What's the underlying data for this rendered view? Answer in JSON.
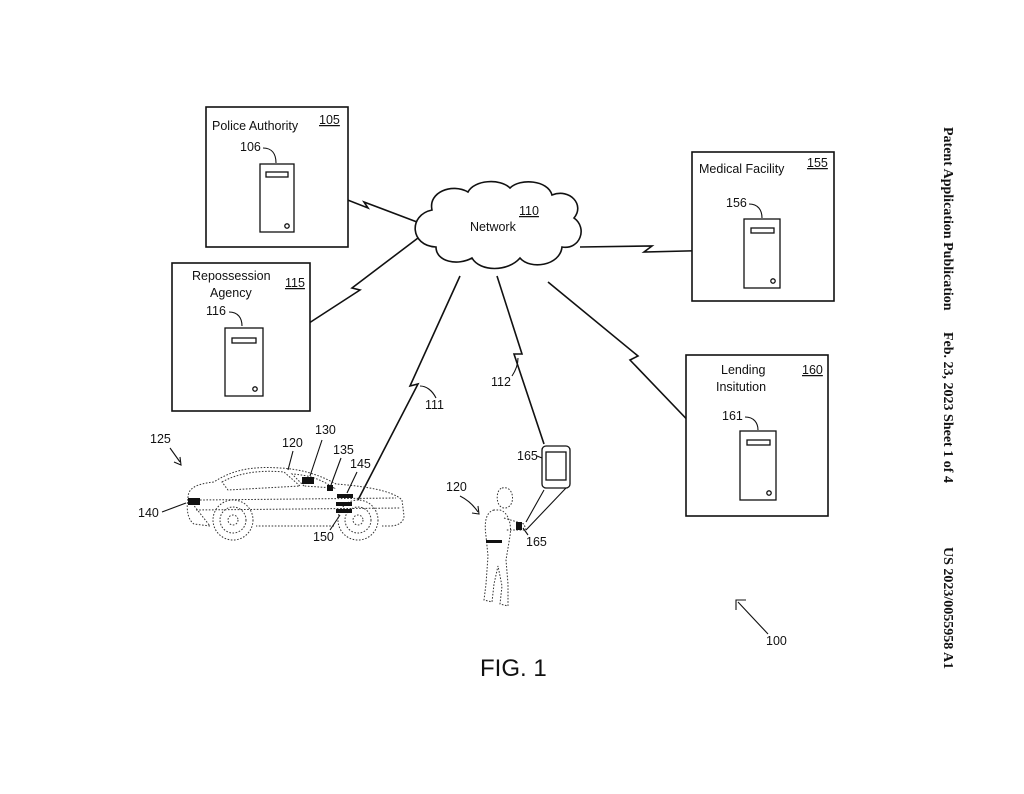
{
  "header": {
    "publication": "Patent Application Publication",
    "date_sheet": "Feb. 23, 2023  Sheet 1 of 4",
    "number": "US 2023/0055958 A1"
  },
  "figure_caption": "FIG. 1",
  "network": {
    "label": "Network",
    "ref": "110"
  },
  "nodes": {
    "police": {
      "label": "Police Authority",
      "ref": "105",
      "server_ref": "106"
    },
    "repossession": {
      "label_line1": "Repossession",
      "label_line2": "Agency",
      "ref": "115",
      "server_ref": "116"
    },
    "medical": {
      "label": "Medical Facility",
      "ref": "155",
      "server_ref": "156"
    },
    "lending": {
      "label_line1": "Lending",
      "label_line2": "Insitution",
      "ref": "160",
      "server_ref": "161"
    }
  },
  "links": {
    "vehicle_link": "111",
    "device_link": "112"
  },
  "vehicle": {
    "ref": "125",
    "component_refs": [
      "120",
      "130",
      "135",
      "145",
      "140",
      "150"
    ]
  },
  "person": {
    "ref": "120",
    "device_ref": "165",
    "device_ref_hand": "165"
  },
  "system_ref": "100"
}
